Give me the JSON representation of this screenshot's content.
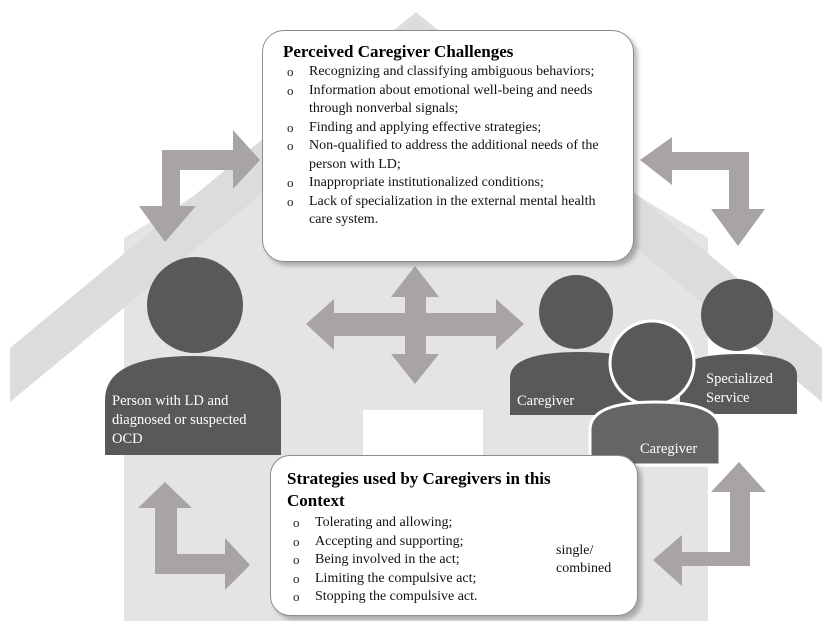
{
  "challenges": {
    "title": "Perceived Caregiver Challenges",
    "items": [
      "Recognizing and classifying ambiguous behaviors;",
      "Information about emotional well-being  and needs through nonverbal signals;",
      "Finding and applying effective strategies;",
      "Non-qualified to address the additional needs of the person with LD;",
      "Inappropriate institutionalized  conditions;",
      "Lack of specialization  in the external mental health care system."
    ]
  },
  "strategies": {
    "title": "Strategies used by Caregivers in this Context",
    "items": [
      "Tolerating and allowing;",
      "Accepting and supporting;",
      "Being involved in the act;",
      "Limiting  the compulsive act;",
      "Stopping the compulsive act."
    ],
    "bracket_label": "single/ combined"
  },
  "people": {
    "person": "Person with LD and diagnosed or suspected OCD",
    "caregiver_1": "Caregiver",
    "caregiver_2": "Caregiver",
    "service": "Specialized Service"
  },
  "colors": {
    "house": "#e4e4e4",
    "roof": "#dddddd",
    "arrow": "#a9a4a4",
    "figure_dark": "#595959",
    "figure_mid": "#656565"
  }
}
